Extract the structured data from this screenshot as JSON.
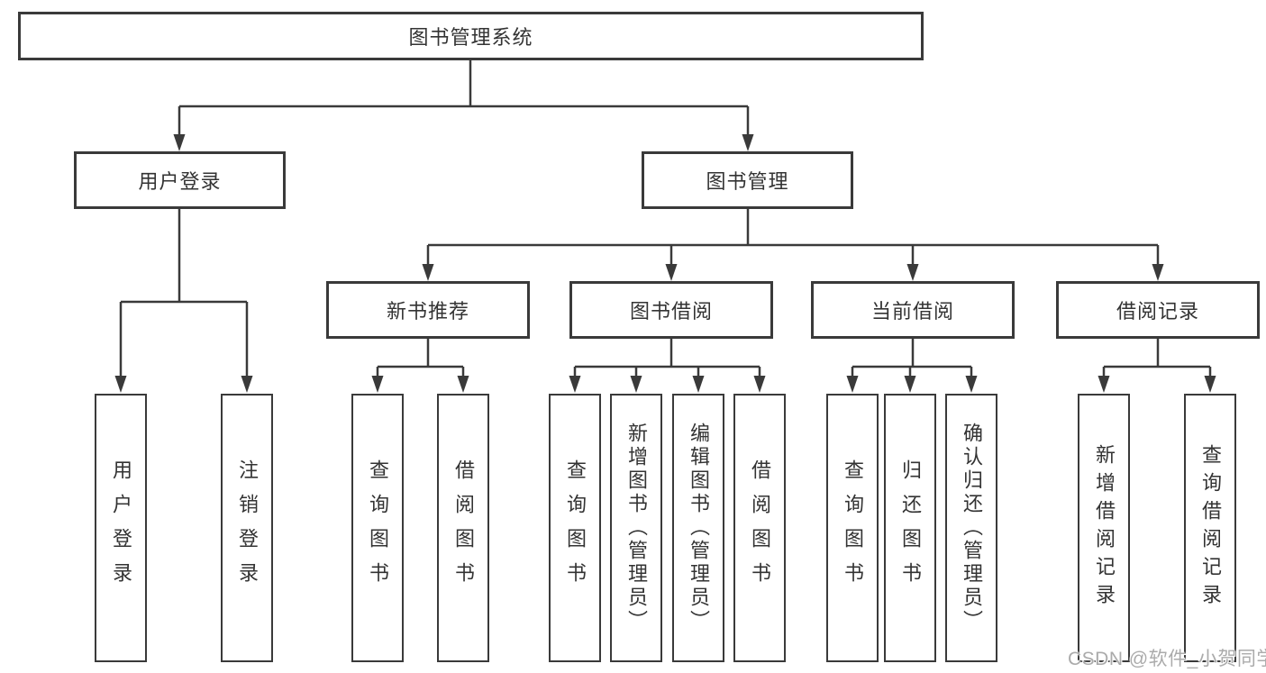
{
  "colors": {
    "line": "#3a3a3a",
    "box_border": "#3a3a3a",
    "text": "#333333",
    "watermark_gray": "#ababab",
    "background": "#ffffff"
  },
  "tree": {
    "root": {
      "label": "图书管理系统"
    },
    "branches": [
      {
        "label": "用户登录",
        "children": [
          {
            "label": "用户登录"
          },
          {
            "label": "注销登录"
          }
        ]
      },
      {
        "label": "图书管理",
        "children": [
          {
            "label": "新书推荐",
            "children": [
              {
                "label": "查询图书"
              },
              {
                "label": "借阅图书"
              }
            ]
          },
          {
            "label": "图书借阅",
            "children": [
              {
                "label": "查询图书"
              },
              {
                "label": "新增图书（管理员）"
              },
              {
                "label": "编辑图书（管理员）"
              },
              {
                "label": "借阅图书"
              }
            ]
          },
          {
            "label": "当前借阅",
            "children": [
              {
                "label": "查询图书"
              },
              {
                "label": "归还图书"
              },
              {
                "label": "确认归还（管理员）"
              }
            ]
          },
          {
            "label": "借阅记录",
            "children": [
              {
                "label": "新增借阅记录"
              },
              {
                "label": "查询借阅记录"
              }
            ]
          }
        ]
      }
    ]
  },
  "watermark": {
    "text": "CSDN @软件_小贺同学"
  }
}
